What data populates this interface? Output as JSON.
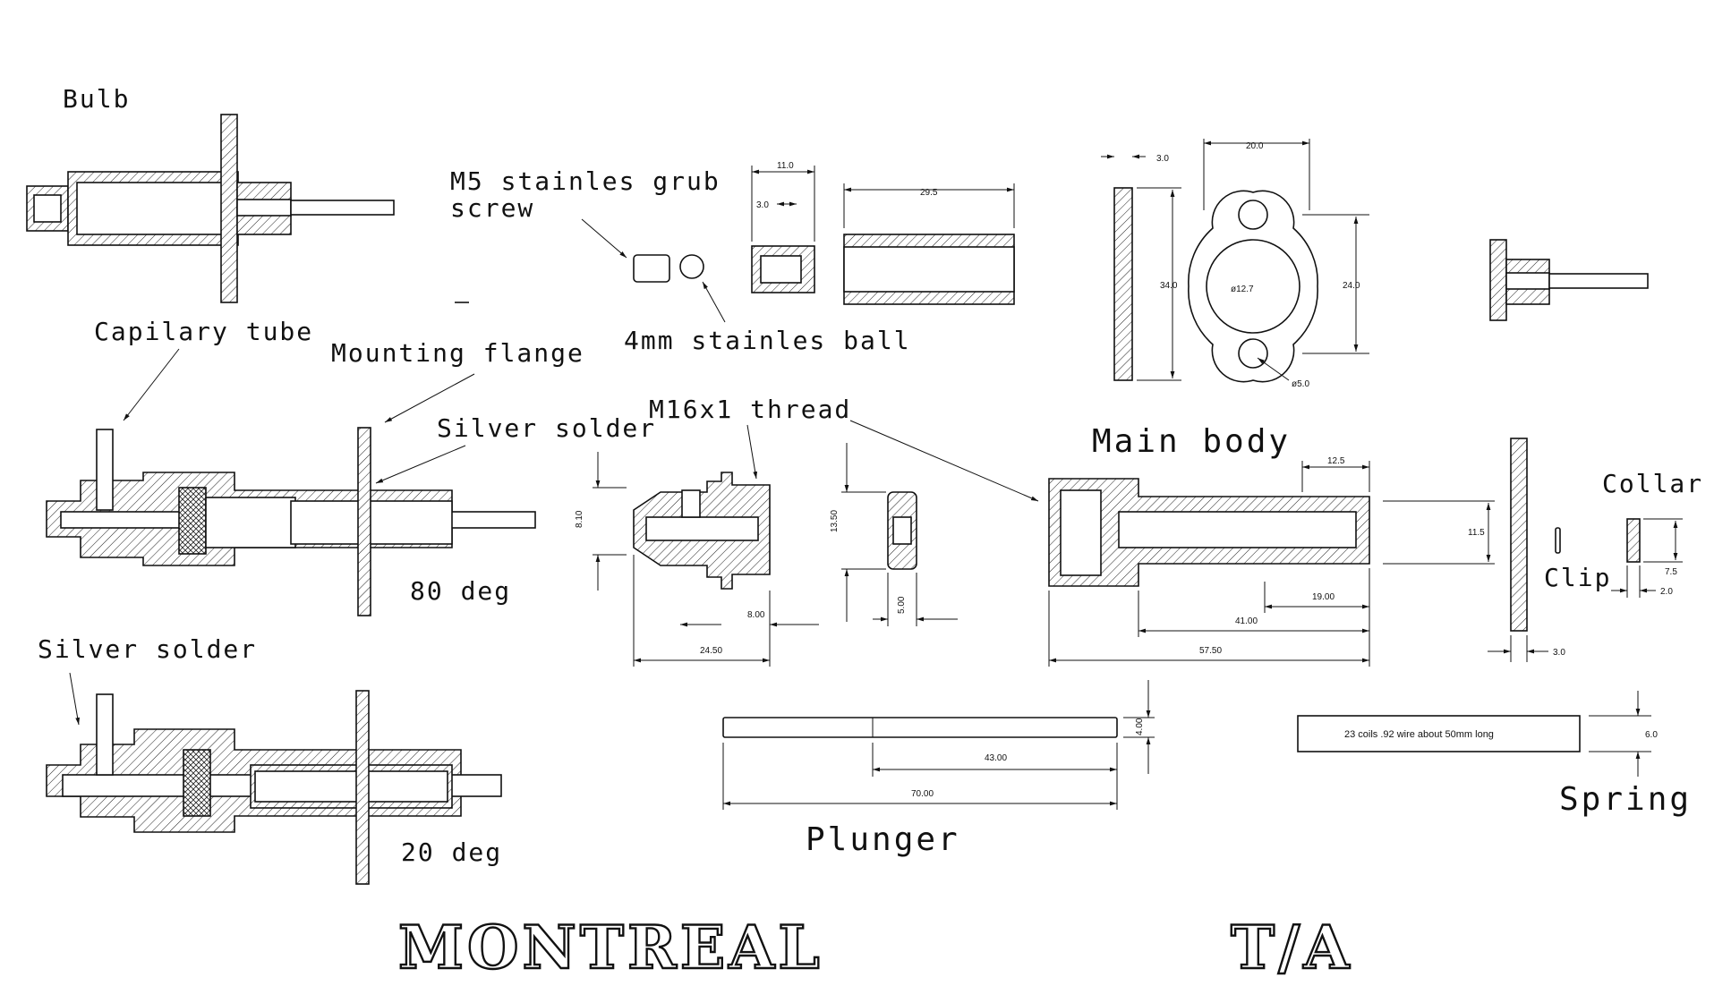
{
  "labels": {
    "bulb": "Bulb",
    "capillary_tube": "Capilary tube",
    "mounting_flange": "Mounting flange",
    "silver_solder_1": "Silver solder",
    "silver_solder_2": "Silver solder",
    "deg_80": "80 deg",
    "deg_20": "20 deg",
    "grub_screw_line1": "M5 stainles grub",
    "grub_screw_line2": "screw",
    "ball": "4mm stainles ball",
    "thread": "M16x1 thread",
    "main_body": "Main body",
    "collar": "Collar",
    "clip": "Clip",
    "plunger": "Plunger",
    "spring": "Spring",
    "spring_note": "23 coils .92 wire about 50mm long"
  },
  "dimensions": {
    "d_11_0": "11.0",
    "d_3_0_a": "3.0",
    "d_29_5": "29.5",
    "d_3_0_b": "3.0",
    "d_20_0": "20.0",
    "d_34_0": "34.0",
    "d_24_0": "24.0",
    "d_phi12_7": "ø12.7",
    "d_phi5_0": "ø5.0",
    "d_8_10": "8.10",
    "d_13_50": "13.50",
    "d_8_00": "8.00",
    "d_5_00": "5.00",
    "d_24_50": "24.50",
    "d_12_5": "12.5",
    "d_11_5": "11.5",
    "d_19_00": "19.00",
    "d_41_00": "41.00",
    "d_57_50": "57.50",
    "d_3_0_c": "3.0",
    "d_7_5": "7.5",
    "d_2_0": "2.0",
    "d_4_00": "4.00",
    "d_43_00": "43.00",
    "d_70_00": "70.00",
    "d_6_0": "6.0"
  },
  "title": {
    "left": "MONTREAL",
    "right": "T/A"
  }
}
